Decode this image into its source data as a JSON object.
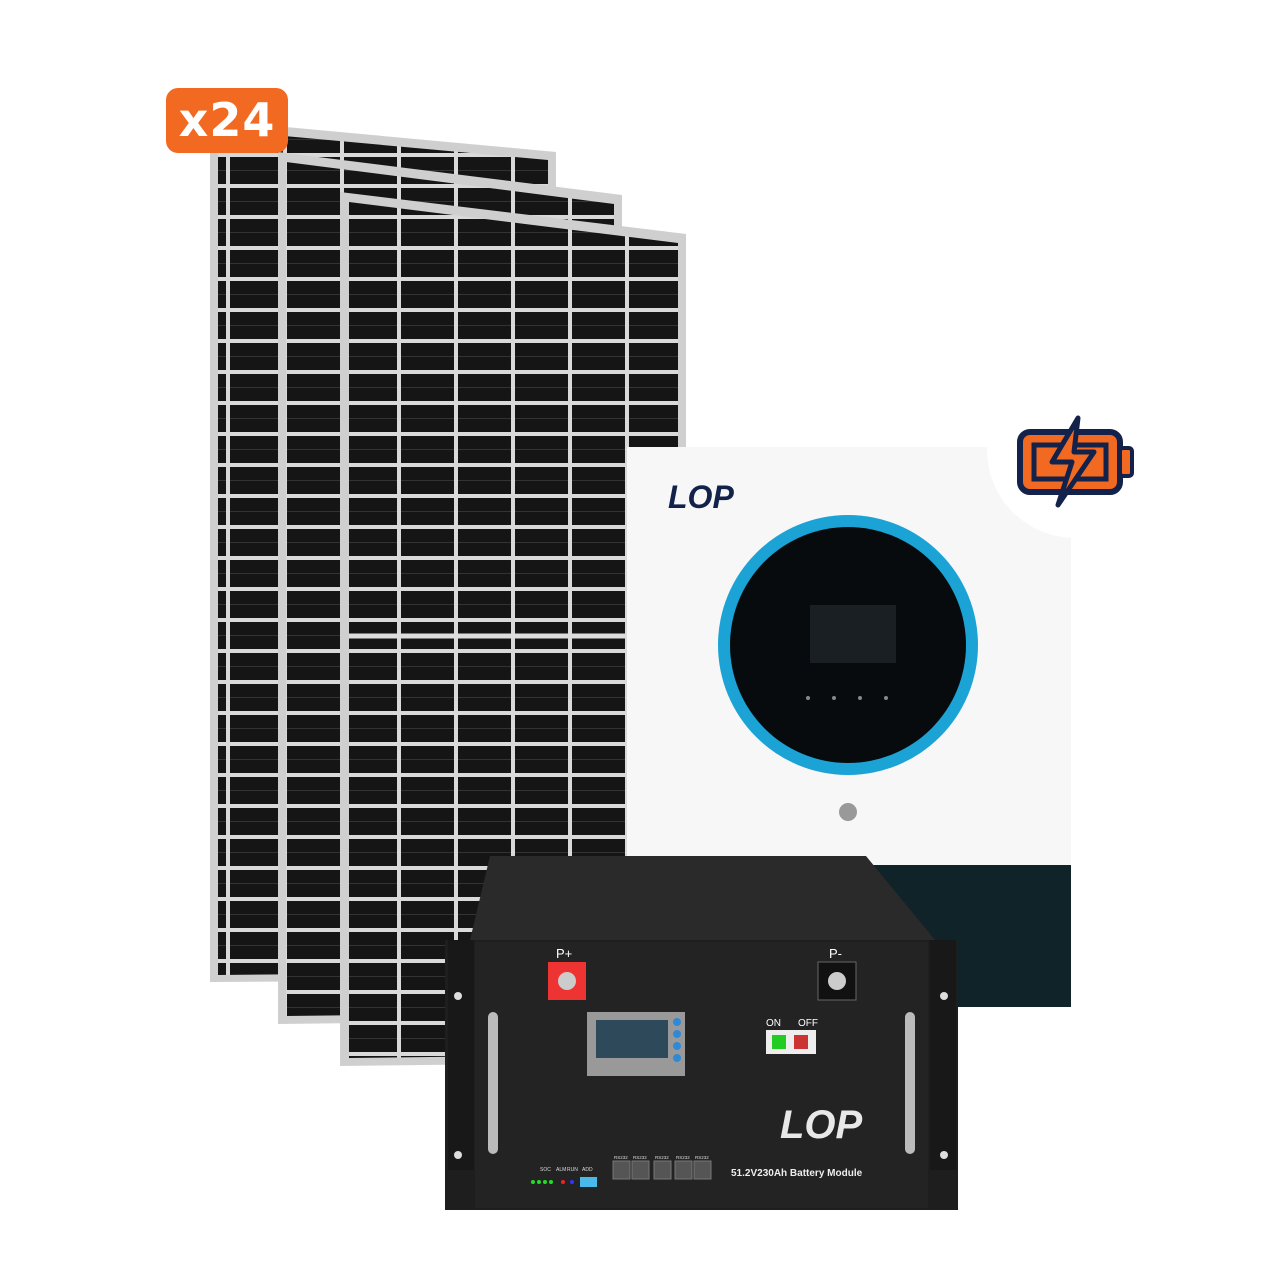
{
  "badge": {
    "quantity": "x24"
  },
  "inverter": {
    "brand": "LOP"
  },
  "battery": {
    "brand": "LOP",
    "model": "51.2V230Ah Battery Module",
    "terminal_positive": "P+",
    "terminal_negative": "P-",
    "switch_on": "ON",
    "switch_off": "OFF",
    "led_soc": "SOC",
    "led_alm": "ALM",
    "led_run": "RUN",
    "dip_add": "ADD",
    "ports": [
      "RS232",
      "RS232",
      "RS232",
      "RS232",
      "RS232"
    ]
  },
  "colors": {
    "accent": "#F26A21",
    "navy": "#13224A",
    "ring": "#1BA3D6",
    "inverter_base": "#0F2329"
  },
  "icons": {
    "battery_charge": "battery-charging-icon"
  }
}
